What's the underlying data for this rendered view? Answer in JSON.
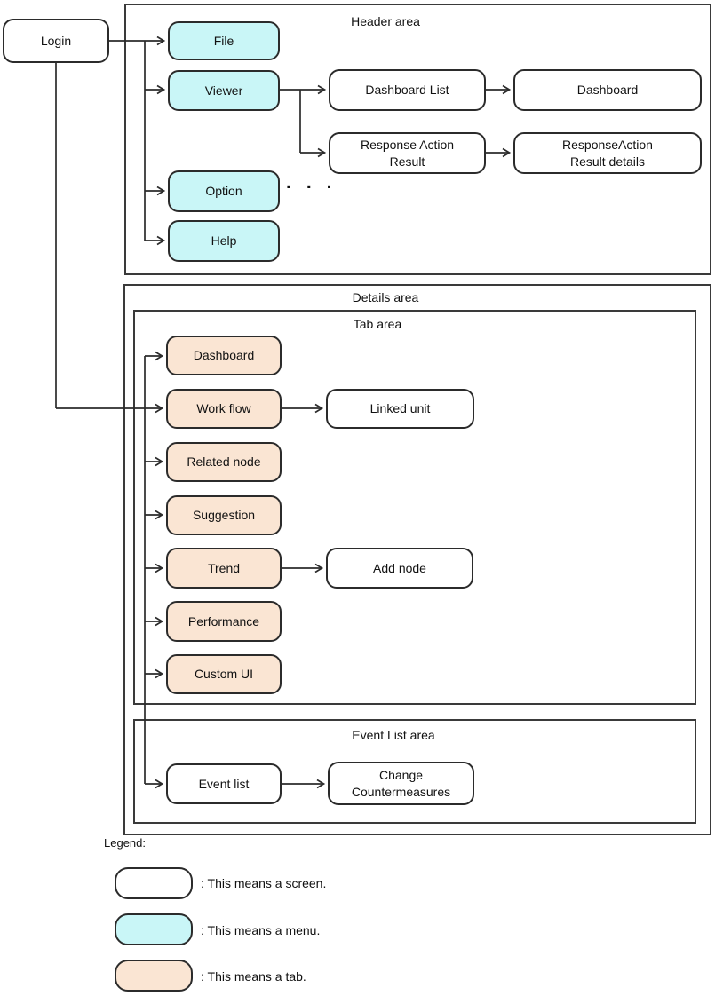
{
  "colors": {
    "screen_fill": "#FFFFFF",
    "menu_fill": "#C9F6F7",
    "tab_fill": "#FAE5D3",
    "line_and_border": "#2B2B2B",
    "background": "#FFFFFF"
  },
  "diagram": {
    "login": {
      "label": "Login"
    },
    "header_area": {
      "title": "Header area",
      "menus": [
        {
          "label": "File"
        },
        {
          "label": "Viewer"
        },
        {
          "label": "Option"
        },
        {
          "label": "Help"
        }
      ],
      "screens": [
        {
          "label": "Dashboard List"
        },
        {
          "label": "Dashboard"
        },
        {
          "label": "Response Action\nResult"
        },
        {
          "label": "ResponseAction\nResult details"
        }
      ],
      "ellipsis": "..."
    },
    "details_area": {
      "title": "Details area",
      "tab_area": {
        "title": "Tab area",
        "tabs": [
          {
            "label": "Dashboard"
          },
          {
            "label": "Work flow"
          },
          {
            "label": "Related node"
          },
          {
            "label": "Suggestion"
          },
          {
            "label": "Trend"
          },
          {
            "label": "Performance"
          },
          {
            "label": "Custom UI"
          }
        ],
        "screens": [
          {
            "label": "Linked unit"
          },
          {
            "label": "Add node"
          }
        ]
      },
      "event_list_area": {
        "title": "Event List area",
        "screens": [
          {
            "label": "Event list"
          },
          {
            "label": "Change\nCountermeasures"
          }
        ]
      }
    },
    "legend": {
      "title": "Legend:",
      "items": [
        {
          "swatch": "screen",
          "text": ": This means a screen."
        },
        {
          "swatch": "menu",
          "text": ": This means a menu."
        },
        {
          "swatch": "tab",
          "text": ": This means a tab."
        }
      ]
    }
  }
}
